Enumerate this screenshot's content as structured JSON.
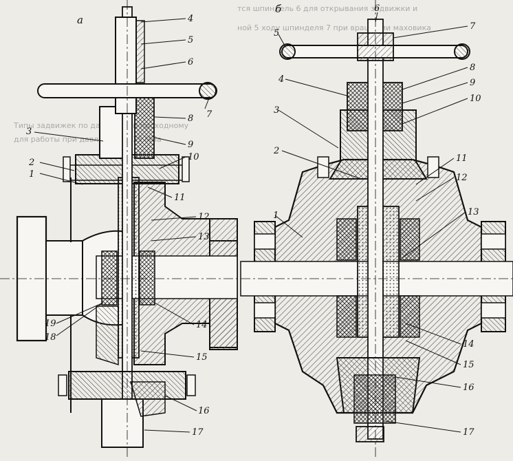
{
  "figure": {
    "panel_a": {
      "label": "а",
      "callouts": [
        "1",
        "2",
        "3",
        "4",
        "5",
        "6",
        "7",
        "8",
        "9",
        "10",
        "11",
        "12",
        "13",
        "14",
        "15",
        "16",
        "17",
        "18",
        "19"
      ]
    },
    "panel_b": {
      "label": "б",
      "callouts": [
        "1",
        "2",
        "3",
        "4",
        "5",
        "6",
        "7",
        "8",
        "9",
        "10",
        "11",
        "12",
        "13",
        "14",
        "15",
        "16",
        "17"
      ]
    }
  },
  "bleed_text": [
    "тся шпиндель 6 для открывания задвижки и",
    "ной 5 ходу шпинделя 7 при вращении маховика",
    "Типы задвижек по давлению и проходному",
    "для работы при давлении до 35 МПа"
  ],
  "colors": {
    "ink": "#111111",
    "paper": "#eeece7",
    "hatch": "#444444"
  }
}
